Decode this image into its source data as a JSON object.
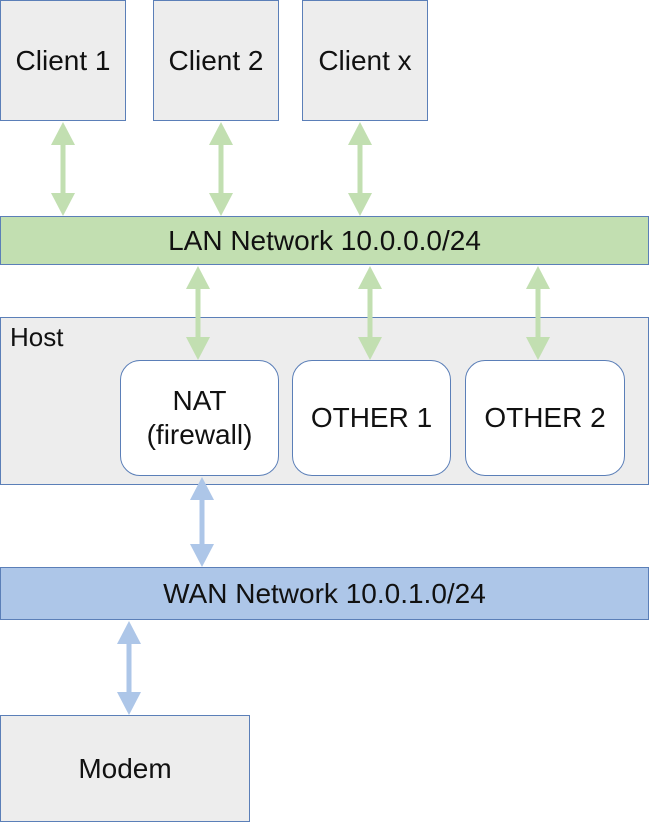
{
  "clients": [
    {
      "label": "Client 1"
    },
    {
      "label": "Client 2"
    },
    {
      "label": "Client x"
    }
  ],
  "lan": {
    "label": "LAN Network 10.0.0.0/24"
  },
  "host": {
    "label": "Host",
    "services": [
      {
        "label": "NAT\n(firewall)"
      },
      {
        "label": "OTHER 1"
      },
      {
        "label": "OTHER 2"
      }
    ]
  },
  "wan": {
    "label": "WAN Network 10.0.1.0/24"
  },
  "modem": {
    "label": "Modem"
  },
  "colors": {
    "lan_arrow": "#c2dfb1",
    "wan_arrow": "#adc6e8",
    "box_fill": "#ededed",
    "border": "#5b7fb8"
  }
}
